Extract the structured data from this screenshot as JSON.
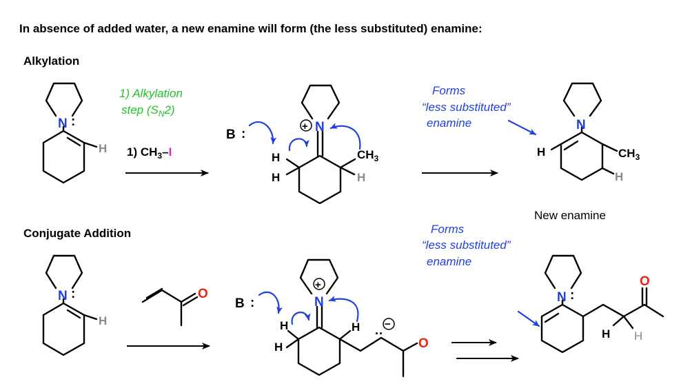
{
  "heading": "In absence of added water, a new enamine will form (the less substituted) enamine:",
  "sections": {
    "alkylation": "Alkylation",
    "conjugate_addition": "Conjugate Addition"
  },
  "atoms": {
    "N": "N",
    "H": "H",
    "B": "B",
    "O": "O",
    "CH": "CH",
    "sub3": "3",
    "sub_n": "N",
    "colon": ":",
    "plus": "+",
    "minus": "−",
    "lone_pair": "··"
  },
  "reagents": {
    "step_line1": "1) Alkylation",
    "step_line2_pre": "step (S",
    "step_line2_post": "2)",
    "ch3i_prefix": "1) CH",
    "ch3i_bond": "–",
    "ch3i_iodine": "I"
  },
  "notes": {
    "forms": "Forms",
    "less_substituted": "“less substituted”",
    "enamine": "enamine",
    "new_enamine": "New enamine"
  },
  "colors": {
    "blue": "#1f3fe0",
    "green": "#22c22c",
    "magenta": "#e020c0",
    "red": "#ee2211",
    "gray": "#8a8a8a"
  }
}
